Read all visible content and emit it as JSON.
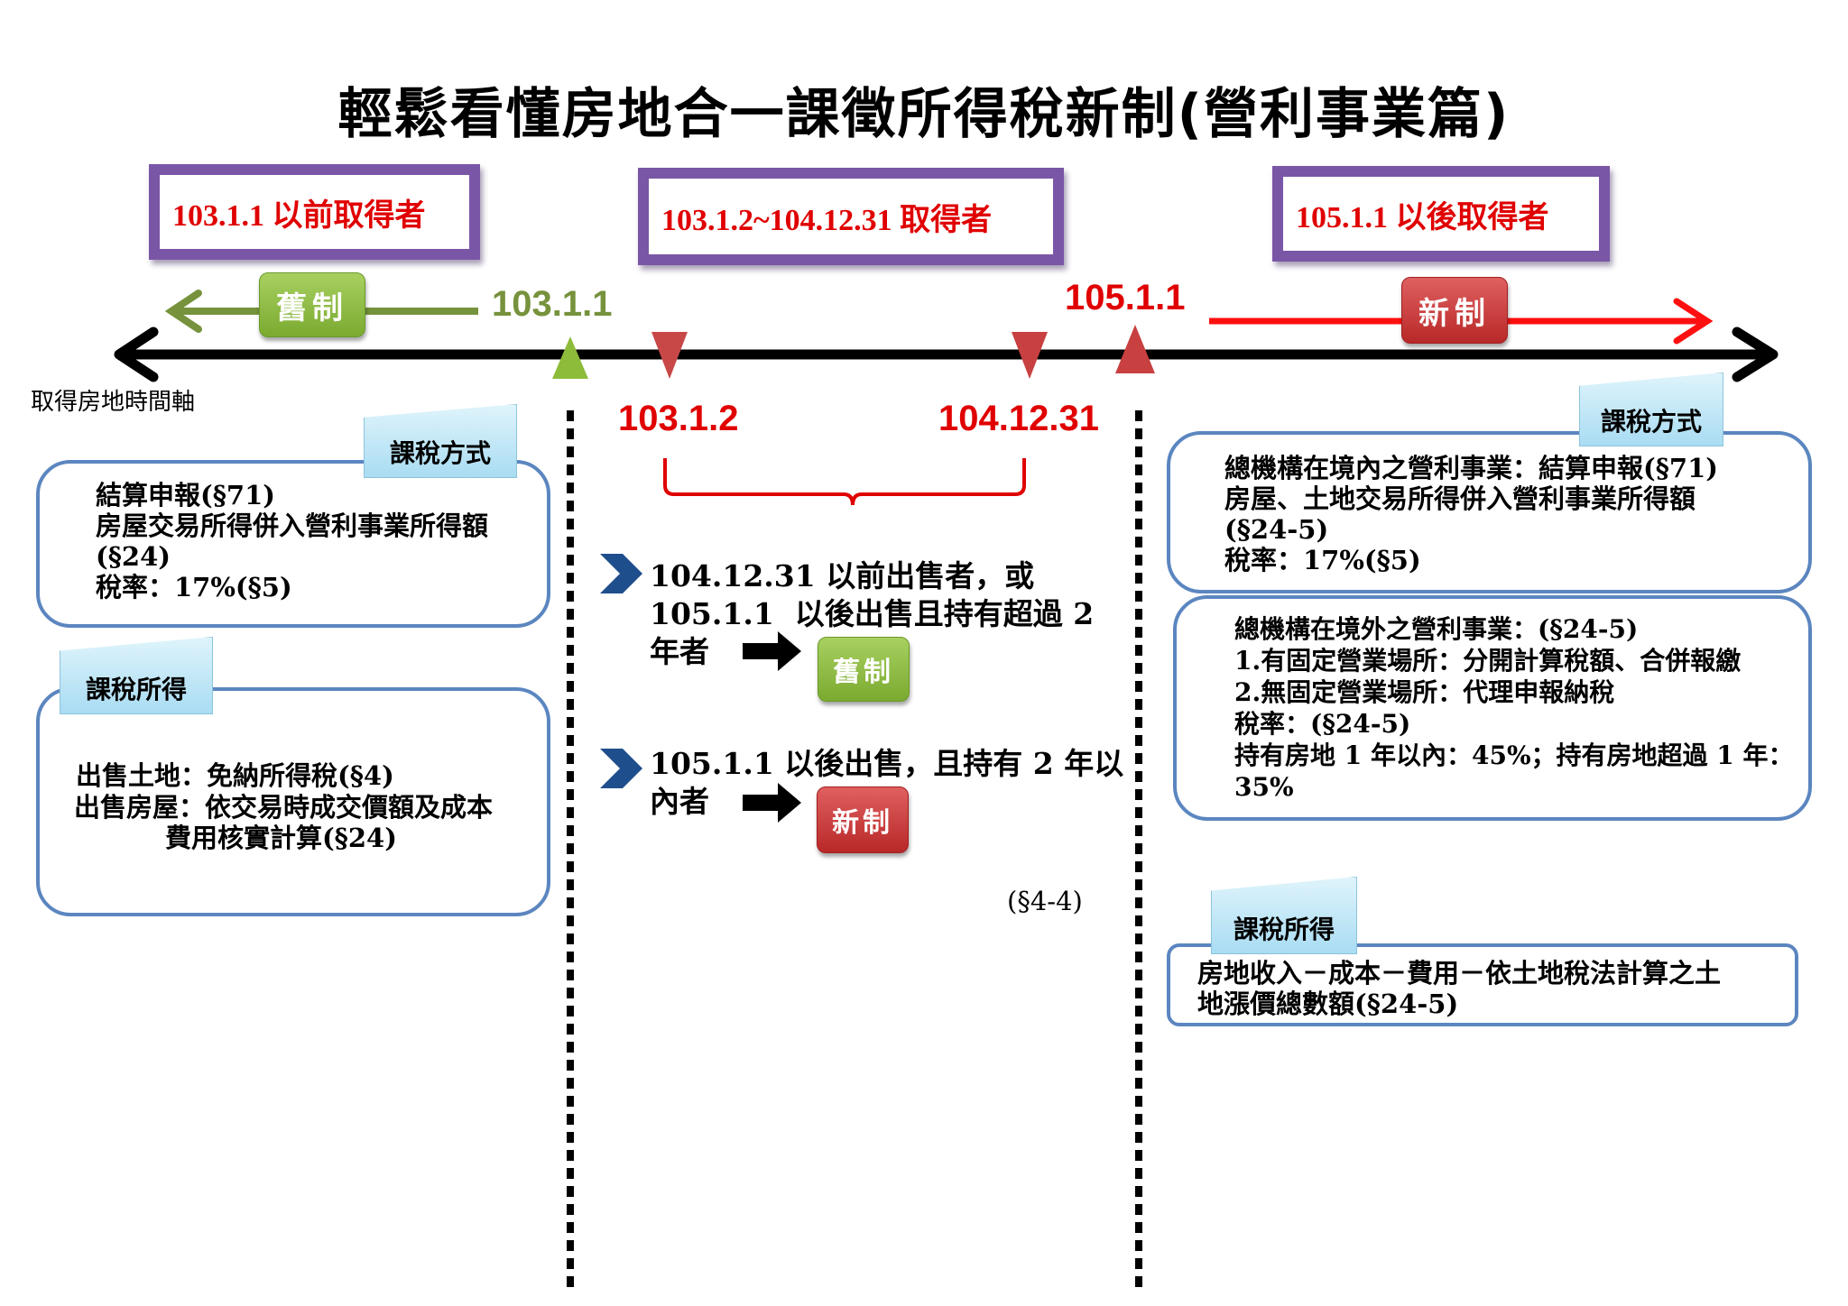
{
  "title": "輕鬆看懂房地合一課徵所得稅新制(營利事業篇)",
  "periods": [
    {
      "label": "103.1.1 以前取得者"
    },
    {
      "label": "103.1.2~104.12.31 取得者"
    },
    {
      "label": "105.1.1 以後取得者"
    }
  ],
  "timeline": {
    "axis_label": "取得房地時間軸",
    "dates": {
      "d1031_1": "103.1.1",
      "d1031_2": "103.1.2",
      "d10412_31": "104.12.31",
      "d1051_1": "105.1.1"
    },
    "old_system": "舊制",
    "new_system": "新制"
  },
  "left": {
    "method_tab": "課稅方式",
    "method_lines": "結算申報(§71)\n房屋交易所得併入營利事業所得額\n(§24)\n稅率：17%(§5)",
    "income_tab": "課稅所得",
    "income_items": [
      "出售土地：免納所得稅(§4)",
      "出售房屋：依交易時成交價額及成本\n          費用核實計算(§24)"
    ]
  },
  "middle": {
    "rule1": "104.12.31 以前出售者，或\n105.1.1  以後出售且持有超過 2\n年者",
    "rule1_result": "舊制",
    "rule2": "105.1.1 以後出售，且持有 2 年以\n內者",
    "rule2_result": "新制",
    "reference": "(§4-4)"
  },
  "right": {
    "method_tab": "課稅方式",
    "domestic": "總機構在境內之營利事業：結算申報(§71)\n房屋、土地交易所得併入營利事業所得額\n(§24-5)\n稅率：17%(§5)",
    "foreign": "總機構在境外之營利事業：(§24-5)\n1.有固定營業場所：分開計算稅額、合併報繳\n2.無固定營業場所：代理申報納稅\n稅率：(§24-5)\n持有房地 1 年以內：45%；持有房地超過 1 年：\n35%",
    "income_tab": "課稅所得",
    "income": "房地收入－成本－費用－依土地稅法計算之土\n地漲價總數額(§24-5)"
  },
  "colors": {
    "period_border": "#7a56a6",
    "red": "#e00000",
    "green": "#76923c",
    "box_border": "#5b86c0"
  }
}
